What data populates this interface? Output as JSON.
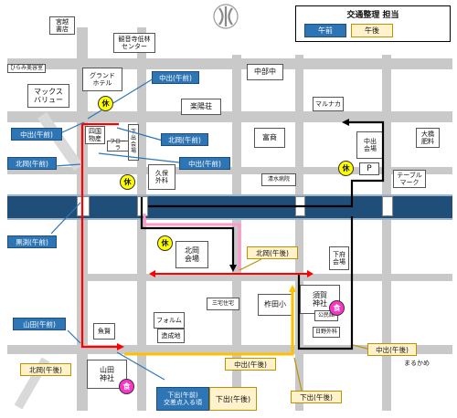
{
  "legend": {
    "title": "交通整理 担当",
    "am": "午前",
    "pm": "午後"
  },
  "colors": {
    "am": "#2e75b6",
    "pm": "#fff2cc",
    "rest": "#ffff00",
    "food": "#ff33cc",
    "route_red": "#ff0000",
    "route_black": "#000000",
    "route_pink": "#ff99cc",
    "route_orange": "#ffc000",
    "river": "#1f4e79"
  },
  "buildings": {
    "miyakoshi": "宮越\n書店",
    "kannon": "観音寺低林\nセンター",
    "hirakimi": "ひらみ美容室",
    "grand": "グランド\nホテル",
    "maxvalu": "マックス\nバリュー",
    "chubu": "中部中",
    "rakuyoso": "楽陽荘",
    "maruhachi": "マルナカ",
    "yotsuomi": "四国\n物産",
    "flora": "フローラ",
    "shimode_kaikan1": "下\n出\n会\n場",
    "tomishima": "富商",
    "kubo": "久保\n外科",
    "shimizu": "清水病院",
    "shimode_kaikan2": "中出\n会場",
    "ohashi": "大橋\n肥料",
    "table": "テーブル\nマーク",
    "kitaoka": "北岡\n会場",
    "shimoshin": "下府\n会場",
    "sumiyoshi": "須賀\n神社",
    "miyake": "三宅住宅",
    "kashiwada": "柞田小",
    "kominkan": "公民館",
    "hino": "日野外科",
    "uoken": "魚賢",
    "forum": "フォルム",
    "zoen": "造成地",
    "yamada_shrine": "山田\n神社",
    "marukame": "まるかめ",
    "parking": "P"
  },
  "markers": {
    "rest": "休",
    "food": "食"
  },
  "callouts": {
    "nakade_am_top": "中出(午前)",
    "nakade_am_left": "中出(午前)",
    "kitaoka_am": "北岡(午前)",
    "nakade_am_mid": "中出(午前)",
    "kitaoka_am_left": "北岡(午前)",
    "kurosu_am": "黒渕(午前)",
    "yamada_am": "山田(午前)",
    "kitaoka_pm_center": "北岡(午後)",
    "kitaoka_pm_left": "北岡(午後)",
    "nakade_pm_right": "中出(午後)",
    "nakade_pm_mid": "中出(午後)",
    "shimode_pm_bottom": "下出(午後)",
    "shimode_am_box": "下出(午前)\n交差点入る頃",
    "shimode_pm_box": "下出(午後)"
  }
}
